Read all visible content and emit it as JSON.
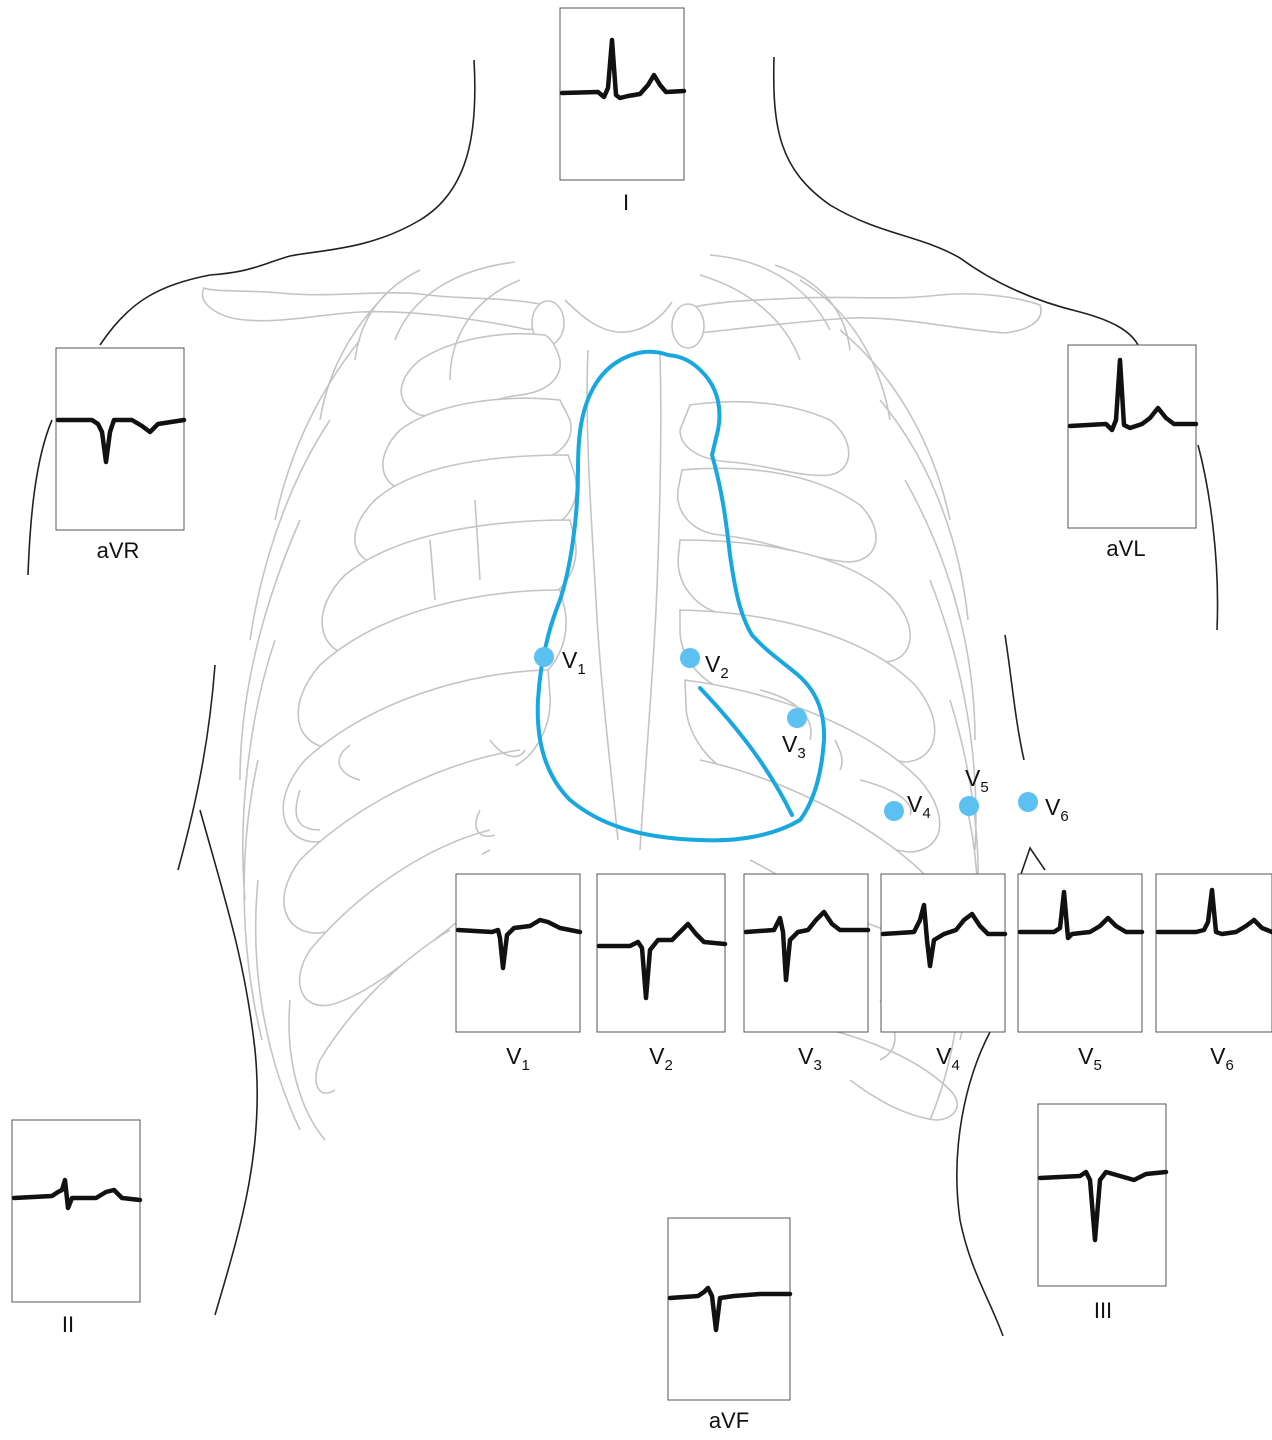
{
  "limb_leads": [
    {
      "id": "I",
      "label": "I"
    },
    {
      "id": "aVR",
      "label": "aVR"
    },
    {
      "id": "aVL",
      "label": "aVL"
    },
    {
      "id": "II",
      "label": "II"
    },
    {
      "id": "aVF",
      "label": "aVF"
    },
    {
      "id": "III",
      "label": "III"
    }
  ],
  "precordial_leads": [
    {
      "id": "V1",
      "label": "V",
      "sub": "1"
    },
    {
      "id": "V2",
      "label": "V",
      "sub": "2"
    },
    {
      "id": "V3",
      "label": "V",
      "sub": "3"
    },
    {
      "id": "V4",
      "label": "V",
      "sub": "4"
    },
    {
      "id": "V5",
      "label": "V",
      "sub": "5"
    },
    {
      "id": "V6",
      "label": "V",
      "sub": "6"
    }
  ],
  "electrodes": [
    {
      "id": "V1",
      "label": "V",
      "sub": "1"
    },
    {
      "id": "V2",
      "label": "V",
      "sub": "2"
    },
    {
      "id": "V3",
      "label": "V",
      "sub": "3"
    },
    {
      "id": "V4",
      "label": "V",
      "sub": "4"
    },
    {
      "id": "V5",
      "label": "V",
      "sub": "5"
    },
    {
      "id": "V6",
      "label": "V",
      "sub": "6"
    }
  ],
  "colors": {
    "heart_outline": "#19a7e0",
    "electrode": "#5cc1f0",
    "grid_major": "#8a8a8a",
    "grid_minor": "#c8c8c8",
    "trace": "#111111",
    "bone": "#c4c4c4",
    "body_outline": "#222222"
  },
  "icons": {
    "electrode": "electrode-dot-icon",
    "ecg_strip": "ecg-grid-strip"
  }
}
